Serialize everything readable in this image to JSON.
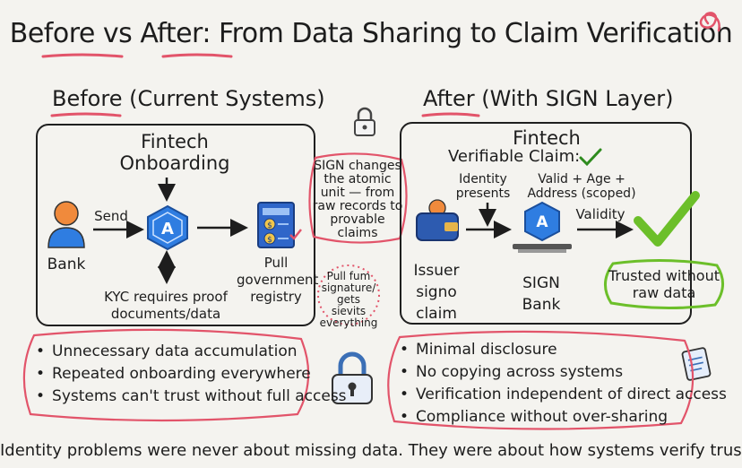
{
  "title": {
    "before": "Before",
    "vs": "vs",
    "after": "After",
    "rest": ": From Data Sharing to Claim Verification"
  },
  "before": {
    "heading_word": "Before",
    "heading_rest": "(Current Systems)",
    "fintech_line1": "Fintech",
    "fintech_line2": "Onboarding",
    "send_label": "Send",
    "bank_label": "Bank",
    "pull_label": "Pull government registry",
    "kyc_label": "KYC requires proof documents/data",
    "pull_note": "Pull fum signature/ gets sievits everything",
    "bullets": [
      "Unnecessary data accumulation",
      "Repeated onboarding everywhere",
      "Systems can't trust without full access"
    ]
  },
  "center_note": "SIGN changes the atomic unit — from raw records to provable claims",
  "after": {
    "heading_word": "After",
    "heading_rest": "(With SIGN Layer)",
    "fintech_label": "Fintech",
    "verifiable_claim": "Verifiable Claim:",
    "identity_presents": "Identity presents",
    "valid_label": "Valid + Age + Address (scoped)",
    "validity_label": "Validity",
    "issuer_label": "Issuer signo claim",
    "sign_bank_label": "SIGN Bank",
    "trusted_label": "Trusted without raw data",
    "bullets": [
      "Minimal disclosure",
      "No copying across systems",
      "Verification independent of direct access",
      "Compliance without over-sharing"
    ]
  },
  "footer": "Identity problems were never about missing data. They were about how systems verify trust.",
  "colors": {
    "accent_red": "#e2546a",
    "accent_green": "#6cbf2a",
    "icon_blue": "#2f7de1",
    "ink": "#1d1d1d"
  }
}
